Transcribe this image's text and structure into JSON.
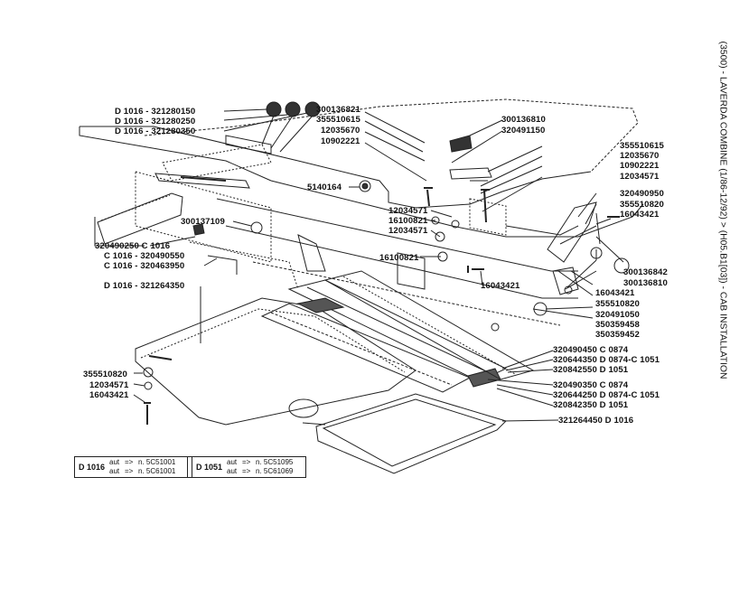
{
  "side_title": "(3500) - LAVERDA COMBINE (1/86-12/92) > (H05.B1[03]) - CAB INSTALLATION",
  "labels": {
    "l1": "D 1016 - 321280150",
    "l2": "D 1016 - 321280250",
    "l3": "D 1016 - 321280350",
    "l4": "300136821",
    "l5": "355510615",
    "l6": "12035670",
    "l7": "10902221",
    "l8": "300136810",
    "l9": "320491150",
    "l10": "5140164",
    "l11": "355510615",
    "l12": "12035670",
    "l13": "10902221",
    "l14": "12034571",
    "l15": "320490950",
    "l16": "355510820",
    "l17": "16043421",
    "l18": "12034571",
    "l19": "16100821",
    "l20": "12034571",
    "l21": "300137109",
    "l22": "320490250 C 1016",
    "l23": "C 1016 - 320490550",
    "l24": "C 1016 - 320463950",
    "l25": "16100821",
    "l26": "16043421",
    "l27": "300136842",
    "l28": "300136810",
    "l29": "16043421",
    "l30": "355510820",
    "l31": "320491050",
    "l32": "350359458",
    "l33": "350359452",
    "l34": "D 1016 - 321264350",
    "l35": "320490450 C 0874",
    "l36": "320644350 D 0874-C 1051",
    "l37": "320842550 D 1051",
    "l38": "355510820",
    "l39": "12034571",
    "l40": "16043421",
    "l41": "320490350 C 0874",
    "l42": "320644250 D 0874-C 1051",
    "l43": "320842350 D 1051",
    "l44": "321264450 D 1016"
  },
  "legend": {
    "left_model": "D 1016",
    "left_aut1": "aut",
    "left_val1": "n. 5C51001",
    "left_aut2": "aut",
    "left_val2": "n. 5C61001",
    "right_model": "D 1051",
    "right_aut1": "aut",
    "right_val1": "n. 5C51095",
    "right_aut2": "aut",
    "right_val2": "n. 5C61069",
    "arrow": "=>"
  }
}
